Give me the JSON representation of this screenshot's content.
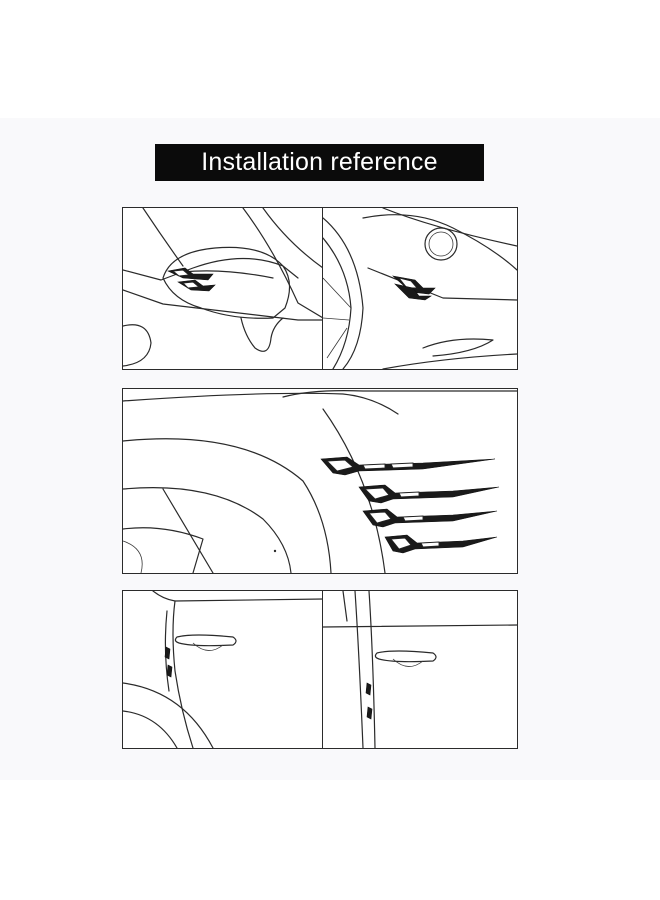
{
  "title": "Installation reference",
  "colors": {
    "title_bar": "#0b0b0b",
    "title_text": "#ffffff",
    "line_art": "#2a2a2a",
    "background": "#ffffff"
  },
  "panels": [
    {
      "id": "mirror-view"
    },
    {
      "id": "fender-view-top-right"
    },
    {
      "id": "fender-closeup-view"
    },
    {
      "id": "door-front-view"
    },
    {
      "id": "door-rear-view"
    }
  ]
}
